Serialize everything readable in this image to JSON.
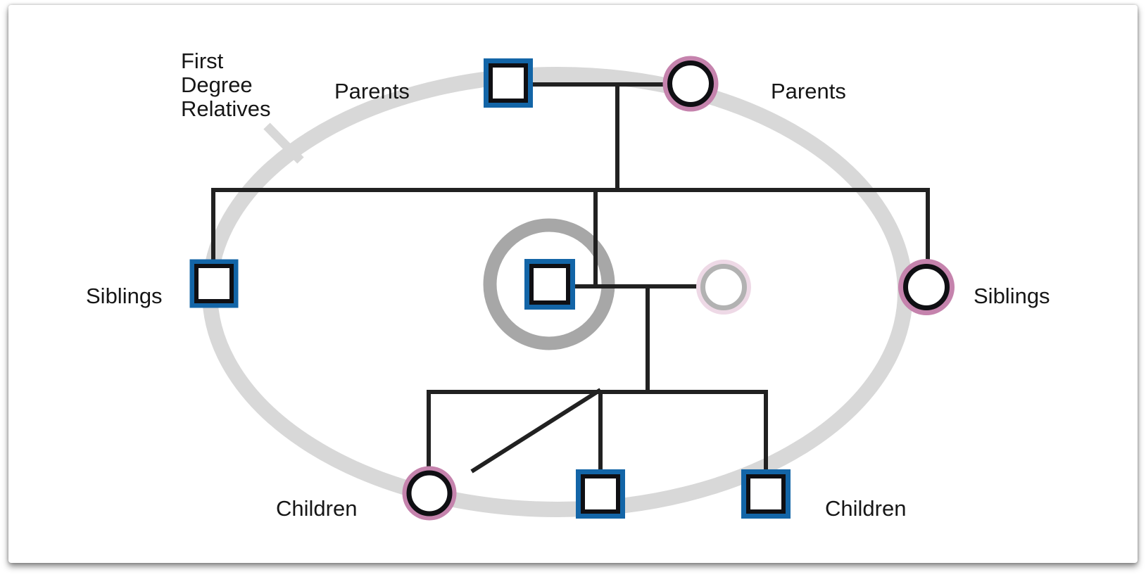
{
  "title": "First degree relatives pedigree diagram",
  "legend": {
    "callout_line1": "First",
    "callout_line2": "Degree",
    "callout_line3": "Relatives"
  },
  "labels": {
    "parents_left": "Parents",
    "parents_right": "Parents",
    "siblings_left": "Siblings",
    "siblings_right": "Siblings",
    "children_left": "Children",
    "children_right": "Children"
  },
  "colors": {
    "male_border": "#1365a7",
    "female_border": "#c583ad",
    "symbol_inner": "#0f0f13",
    "line": "#212121",
    "boundary": "#d8d8d8",
    "proband_ring": "#a7a7a7",
    "faded_female_outer": "#eed9e6",
    "faded_female_inner": "#b2b2b2",
    "text": "#161616"
  },
  "pedigree": {
    "boundary": "ellipse enclosing all first degree relatives",
    "generations": [
      {
        "name": "parents",
        "members": [
          {
            "id": "father",
            "sex": "male",
            "symbol": "blue-bordered-square"
          },
          {
            "id": "mother",
            "sex": "female",
            "symbol": "pink-bordered-circle"
          }
        ]
      },
      {
        "name": "siblings",
        "members": [
          {
            "id": "brother",
            "sex": "male",
            "symbol": "blue-bordered-square"
          },
          {
            "id": "proband",
            "sex": "male",
            "symbol": "blue-bordered-square",
            "highlighted": true
          },
          {
            "id": "probands-partner",
            "sex": "female",
            "symbol": "faded-circle",
            "inside_boundary": false
          },
          {
            "id": "sister",
            "sex": "female",
            "symbol": "pink-bordered-circle"
          }
        ]
      },
      {
        "name": "children",
        "members": [
          {
            "id": "daughter",
            "sex": "female",
            "symbol": "pink-bordered-circle"
          },
          {
            "id": "son-1",
            "sex": "male",
            "symbol": "blue-bordered-square"
          },
          {
            "id": "son-2",
            "sex": "male",
            "symbol": "blue-bordered-square"
          }
        ]
      }
    ]
  }
}
